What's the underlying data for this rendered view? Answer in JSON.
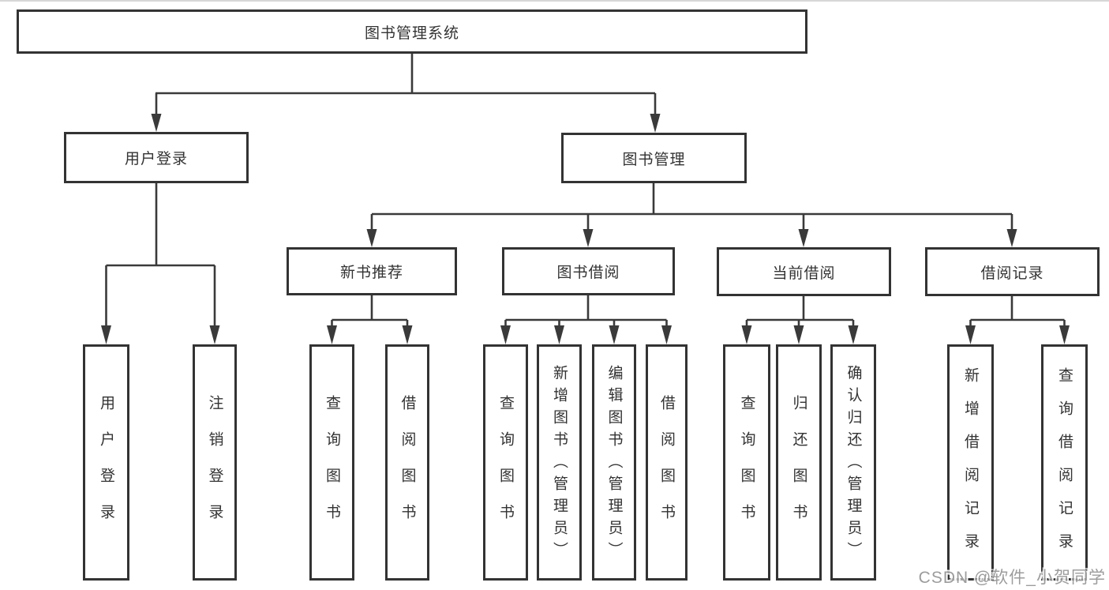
{
  "diagram_type": "hierarchy-tree",
  "root": {
    "label": "图书管理系统"
  },
  "level2": [
    {
      "label": "用户登录"
    },
    {
      "label": "图书管理"
    }
  ],
  "level3": [
    {
      "label": "新书推荐"
    },
    {
      "label": "图书借阅"
    },
    {
      "label": "当前借阅"
    },
    {
      "label": "借阅记录"
    }
  ],
  "leaves": [
    {
      "label": "用户登录"
    },
    {
      "label": "注销登录"
    },
    {
      "label": "查询图书"
    },
    {
      "label": "借阅图书"
    },
    {
      "label": "查询图书"
    },
    {
      "label": "新增图书（管理员）"
    },
    {
      "label": "编辑图书（管理员）"
    },
    {
      "label": "借阅图书"
    },
    {
      "label": "查询图书"
    },
    {
      "label": "归还图书"
    },
    {
      "label": "确认归还（管理员）"
    },
    {
      "label": "新增借阅记录"
    },
    {
      "label": "查询借阅记录"
    }
  ],
  "hierarchy": {
    "图书管理系统": [
      "用户登录",
      "图书管理"
    ],
    "用户登录": [
      "用户登录",
      "注销登录"
    ],
    "图书管理": [
      "新书推荐",
      "图书借阅",
      "当前借阅",
      "借阅记录"
    ],
    "新书推荐": [
      "查询图书",
      "借阅图书"
    ],
    "图书借阅": [
      "查询图书",
      "新增图书（管理员）",
      "编辑图书（管理员）",
      "借阅图书"
    ],
    "当前借阅": [
      "查询图书",
      "归还图书",
      "确认归还（管理员）"
    ],
    "借阅记录": [
      "新增借阅记录",
      "查询借阅记录"
    ]
  },
  "watermark": {
    "text": "CSDN @软件_小贺同学"
  },
  "colors": {
    "background": "#ffffff",
    "box_border": "#333333",
    "line": "#3a3a3a",
    "text": "#333333",
    "watermark_text": "#9c9c9c"
  }
}
